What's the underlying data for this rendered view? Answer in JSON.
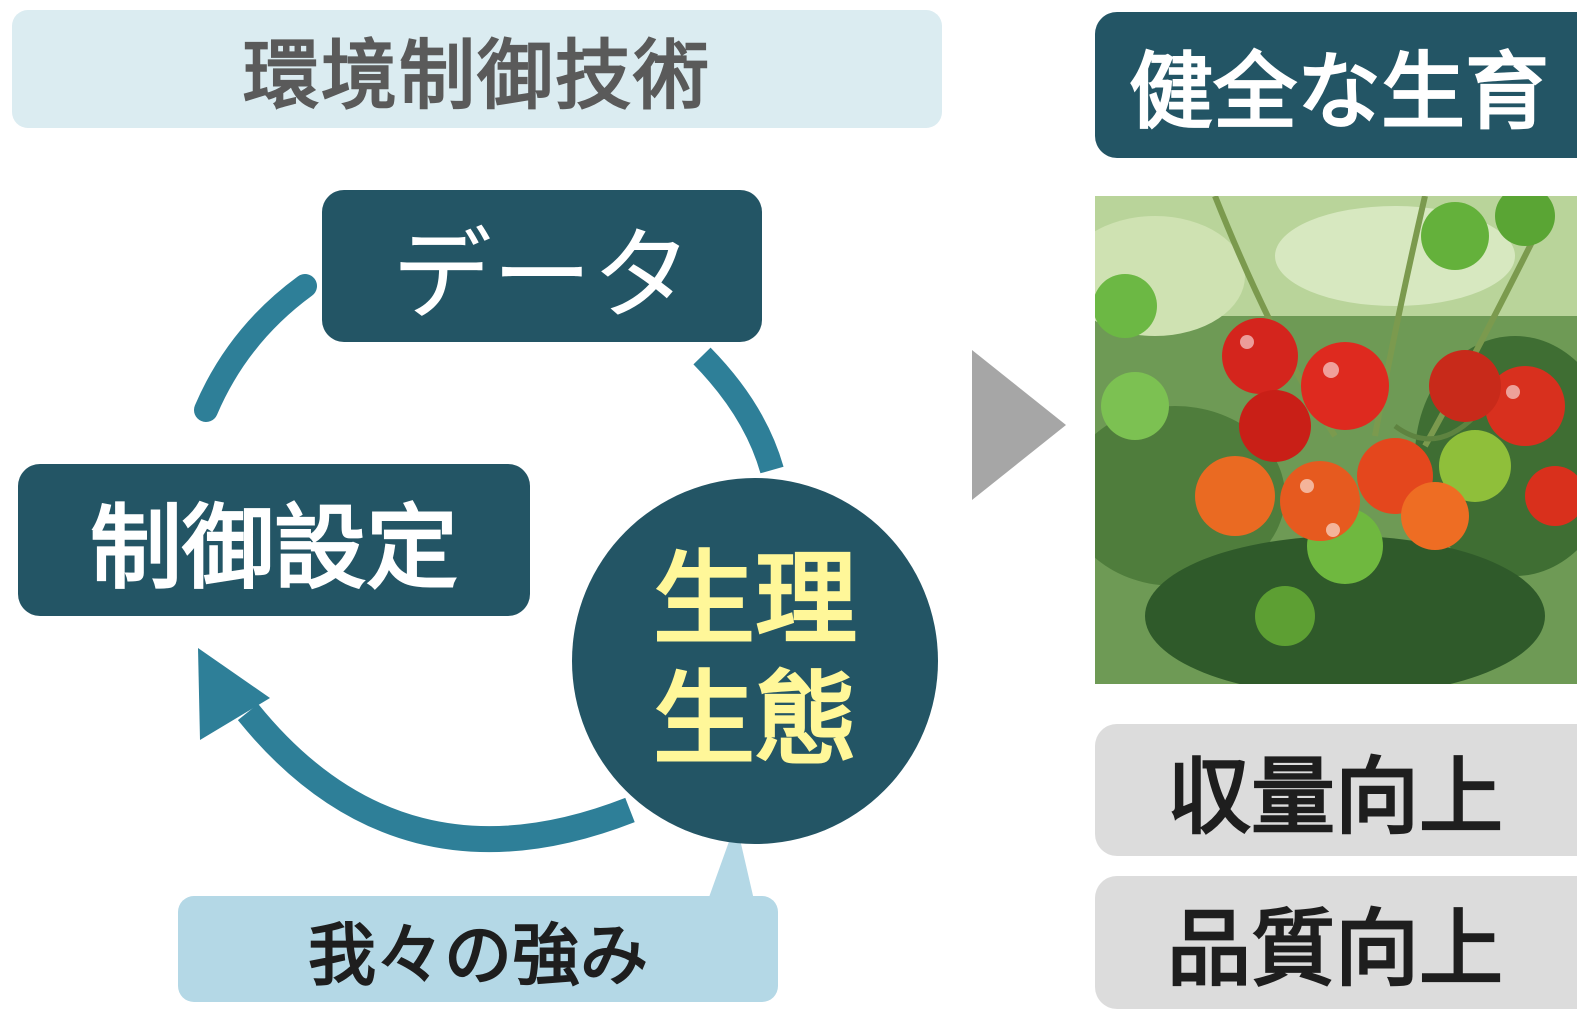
{
  "env_title": "環境制御技術",
  "cycle": {
    "data_label": "データ",
    "control_label": "制御設定",
    "eco_line1": "生理",
    "eco_line2": "生態"
  },
  "strength_label": "我々の強み",
  "right": {
    "growth_label": "健全な生育",
    "photo_subject": "tomato-plant-photo",
    "yield_label": "収量向上",
    "quality_label": "品質向上"
  },
  "colors": {
    "dark_teal": "#235565",
    "arrow_teal": "#2e7f98",
    "light_blue": "#dbecf1",
    "strength_blue": "#b4d8e6",
    "eco_text_yellow": "#fff799",
    "gray_box": "#dcdcdc",
    "gray_arrow": "#a6a6a6"
  }
}
